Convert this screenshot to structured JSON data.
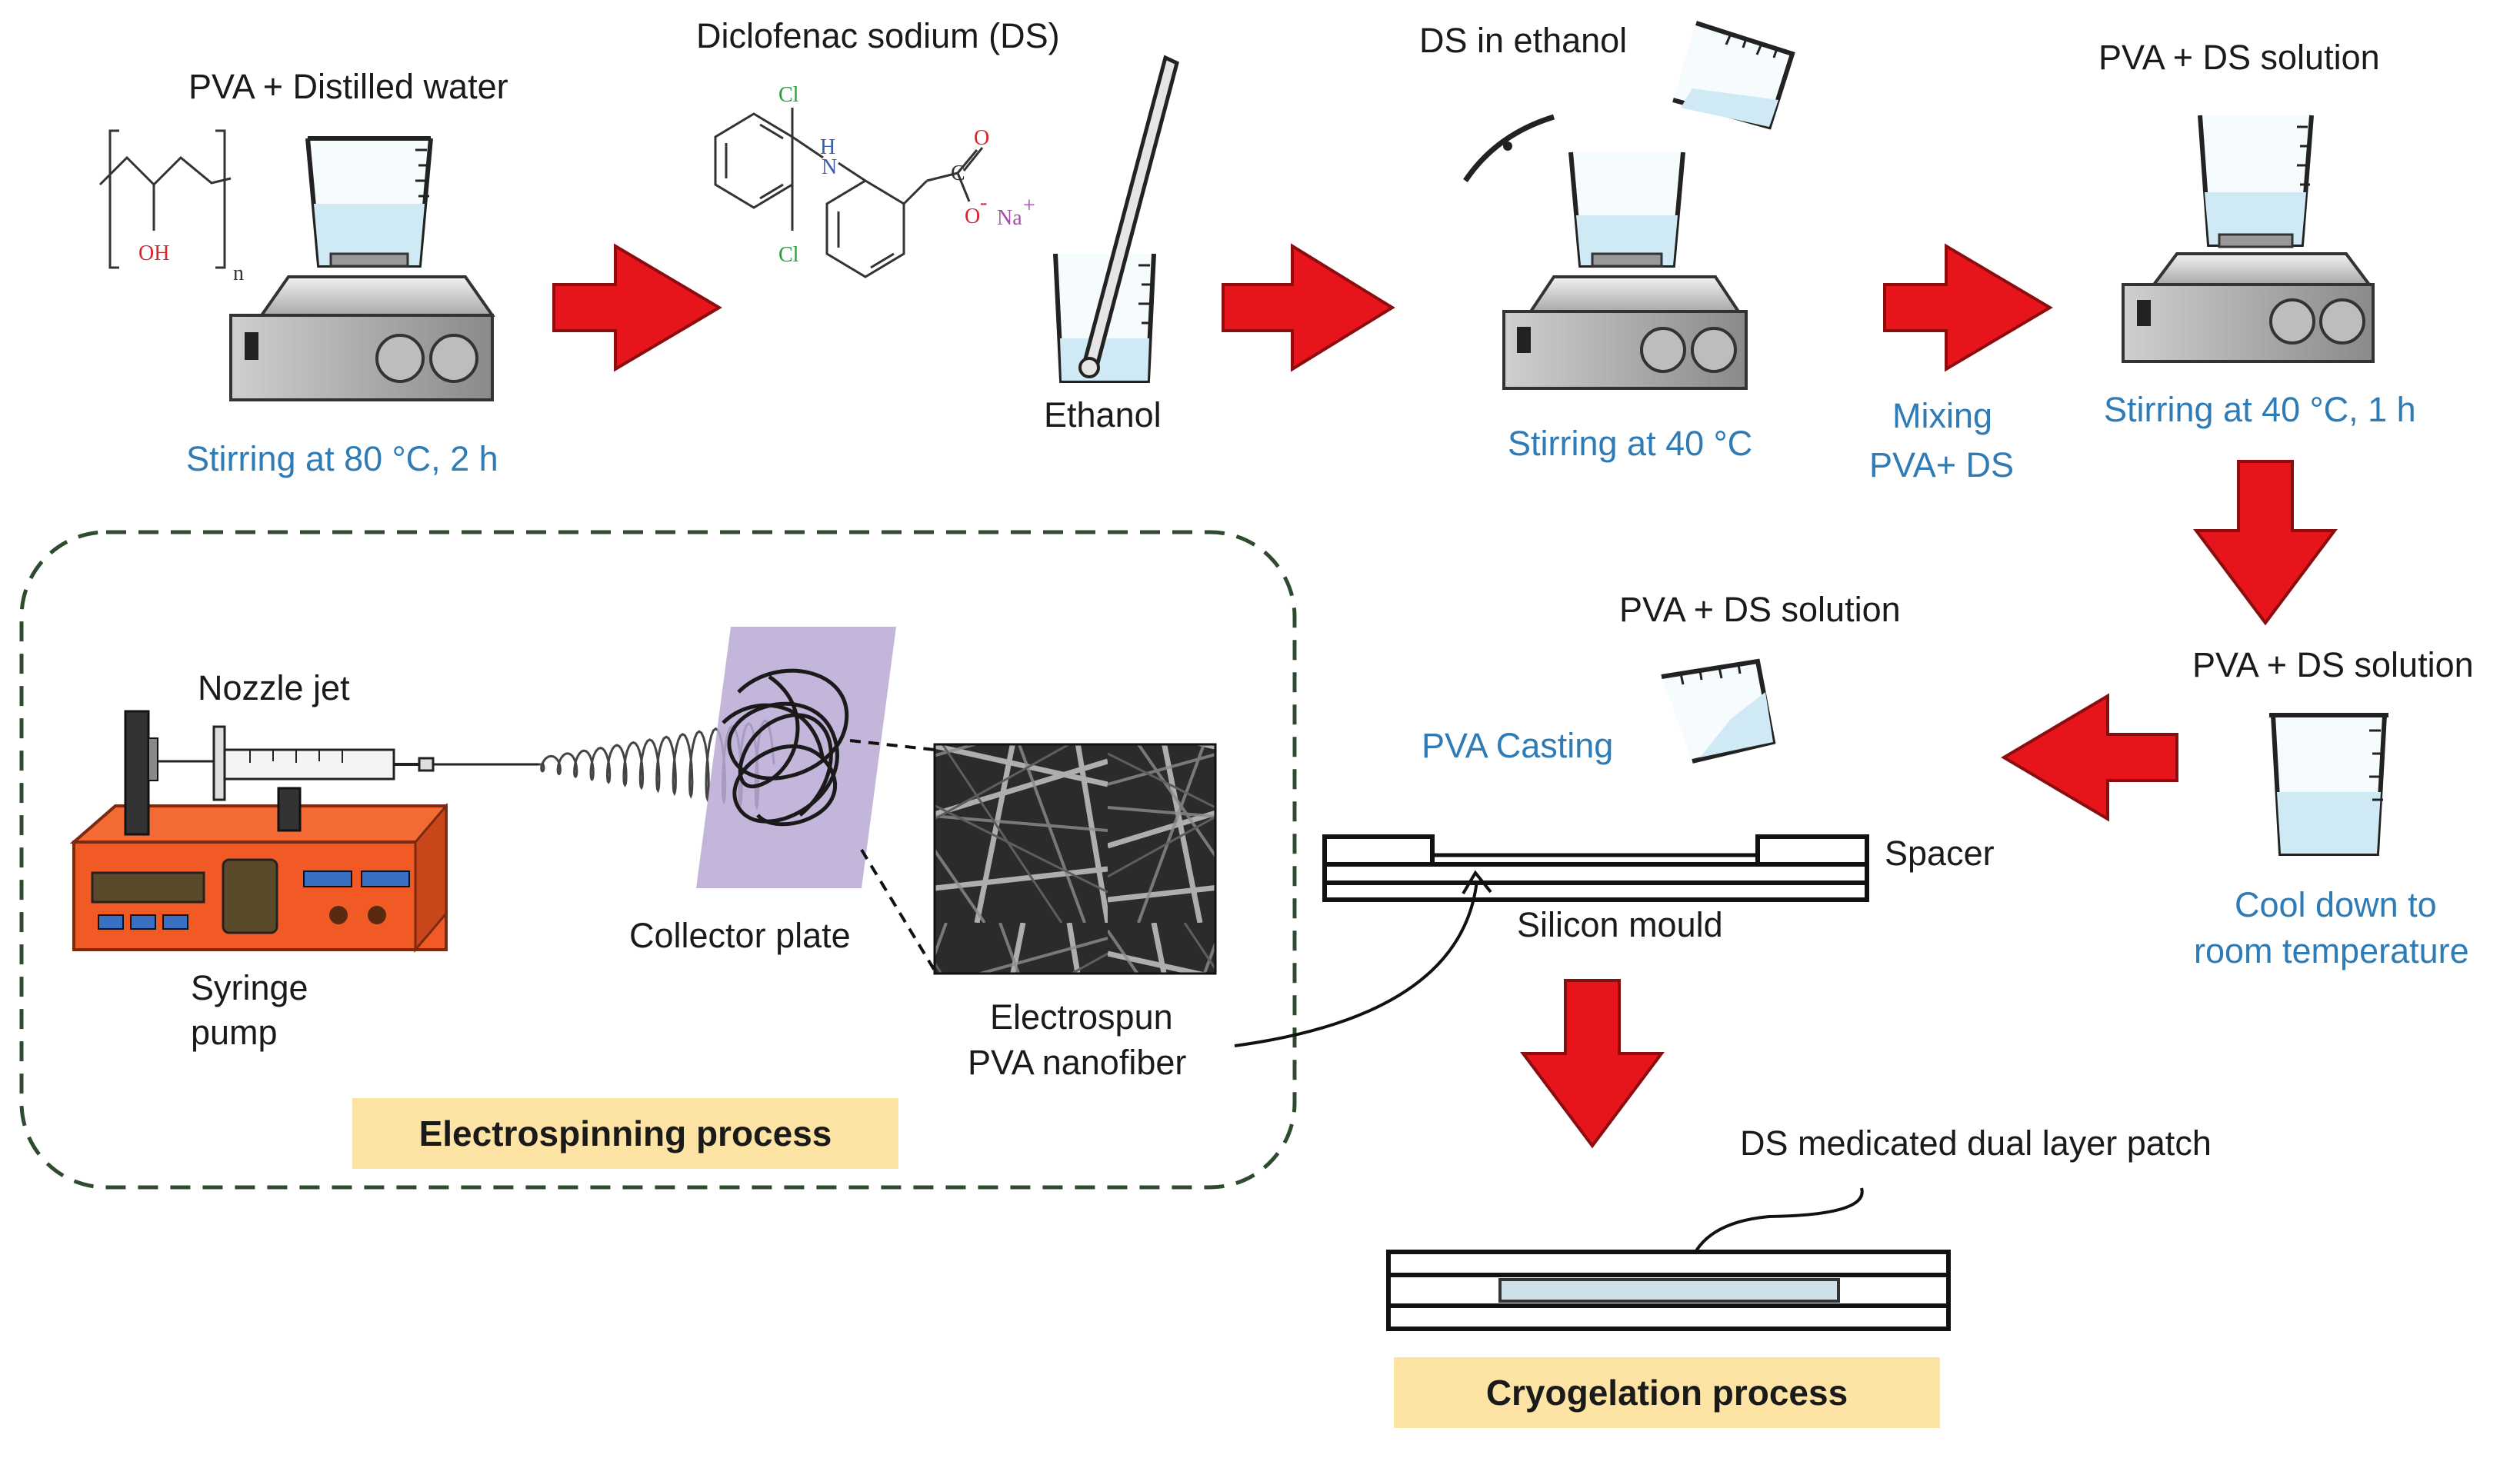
{
  "labels": {
    "pva_water": "PVA + Distilled water",
    "stir80": "Stirring at 80 °C, 2 h",
    "diclofenac": "Diclofenac sodium (DS)",
    "ethanol": "Ethanol",
    "ds_ethanol": "DS in ethanol",
    "stir40": "Stirring at 40 °C",
    "mixing_line1": "Mixing",
    "mixing_line2": "PVA+ DS",
    "pva_ds_solution_top": "PVA + DS solution",
    "stir40_1h": "Stirring at 40 °C, 1 h",
    "pva_ds_solution_right": "PVA + DS solution",
    "cool_line1": "Cool down to",
    "cool_line2": "room temperature",
    "pva_ds_solution_mid": "PVA + DS solution",
    "pva_casting": "PVA Casting",
    "spacer": "Spacer",
    "silicon_mould": "Silicon mould",
    "nozzle_jet": "Nozzle jet",
    "collector_plate": "Collector plate",
    "syringe_line1": "Syringe",
    "syringe_line2": "pump",
    "nanofiber_line1": "Electrospun",
    "nanofiber_line2": "PVA nanofiber",
    "patch": "DS medicated dual layer  patch"
  },
  "banners": {
    "electrospinning": "Electrospinning process",
    "cryogelation": "Cryogelation process"
  },
  "chem": {
    "oh": "OH",
    "n": "n",
    "cl1": "Cl",
    "cl2": "Cl",
    "h": "H",
    "nh": "N",
    "o1": "O",
    "o2": "O",
    "minus": "-",
    "c": "C",
    "na": "Na",
    "plus": "+"
  },
  "colors": {
    "arrow_red": "#e8141c",
    "text_blue": "#2e7bb5",
    "banner_fill": "#fde4a4",
    "liquid": "#cfe9f5",
    "pump_orange": "#f15a24",
    "collector_purple": "#b8a9d4",
    "dashed_border": "#2f4a2f"
  }
}
